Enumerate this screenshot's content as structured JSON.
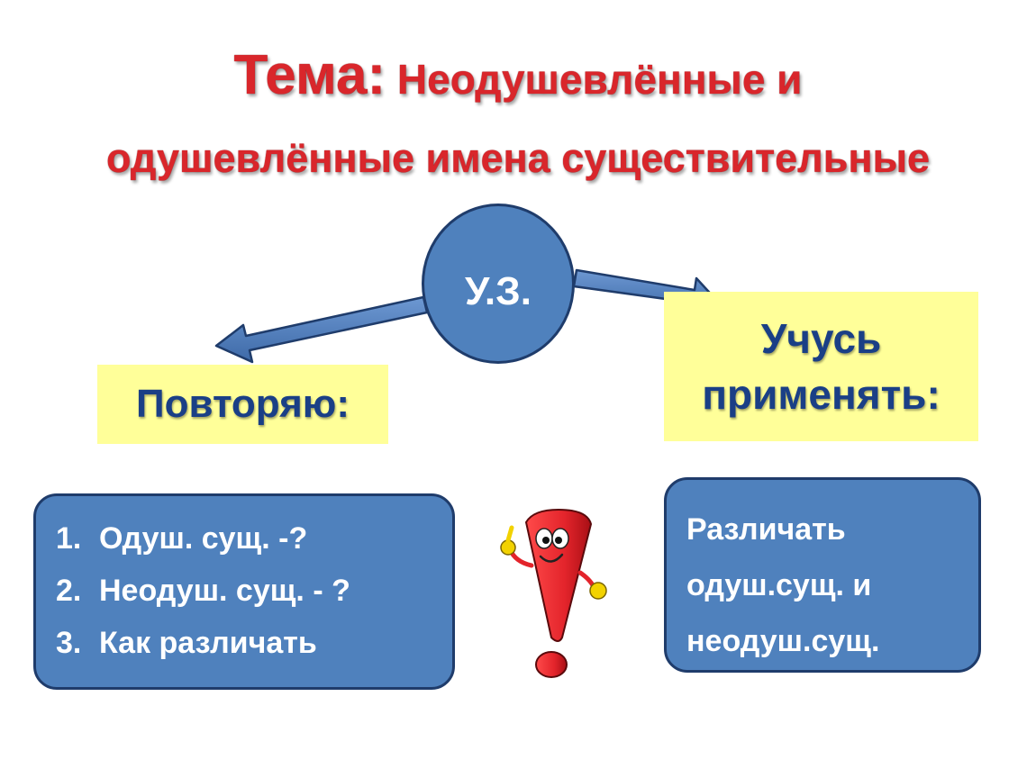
{
  "title": {
    "prefix": "Тема:",
    "line1_rest": "Неодушевлённые и",
    "line2": "одушевлённые имена существительные"
  },
  "center": {
    "label": "У.З."
  },
  "left_label": {
    "text": "Повторяю:"
  },
  "right_label": {
    "line1": "Учусь",
    "line2": "применять:"
  },
  "left_box": {
    "items": [
      {
        "num": "1.",
        "text": "Одуш. сущ. -?"
      },
      {
        "num": "2.",
        "text": "Неодуш. сущ. - ?"
      },
      {
        "num": "3.",
        "text": "Как различать"
      }
    ]
  },
  "right_box": {
    "lines": [
      "Различать",
      "одуш.сущ. и",
      "неодуш.сущ."
    ]
  },
  "colors": {
    "title": "#d9262b",
    "circle": "#4f81bd",
    "label_bg": "#ffff99",
    "label_text": "#1a3f86",
    "mascot": "#e3242b"
  },
  "icons": {
    "mascot": "exclamation-mark-character-icon"
  }
}
